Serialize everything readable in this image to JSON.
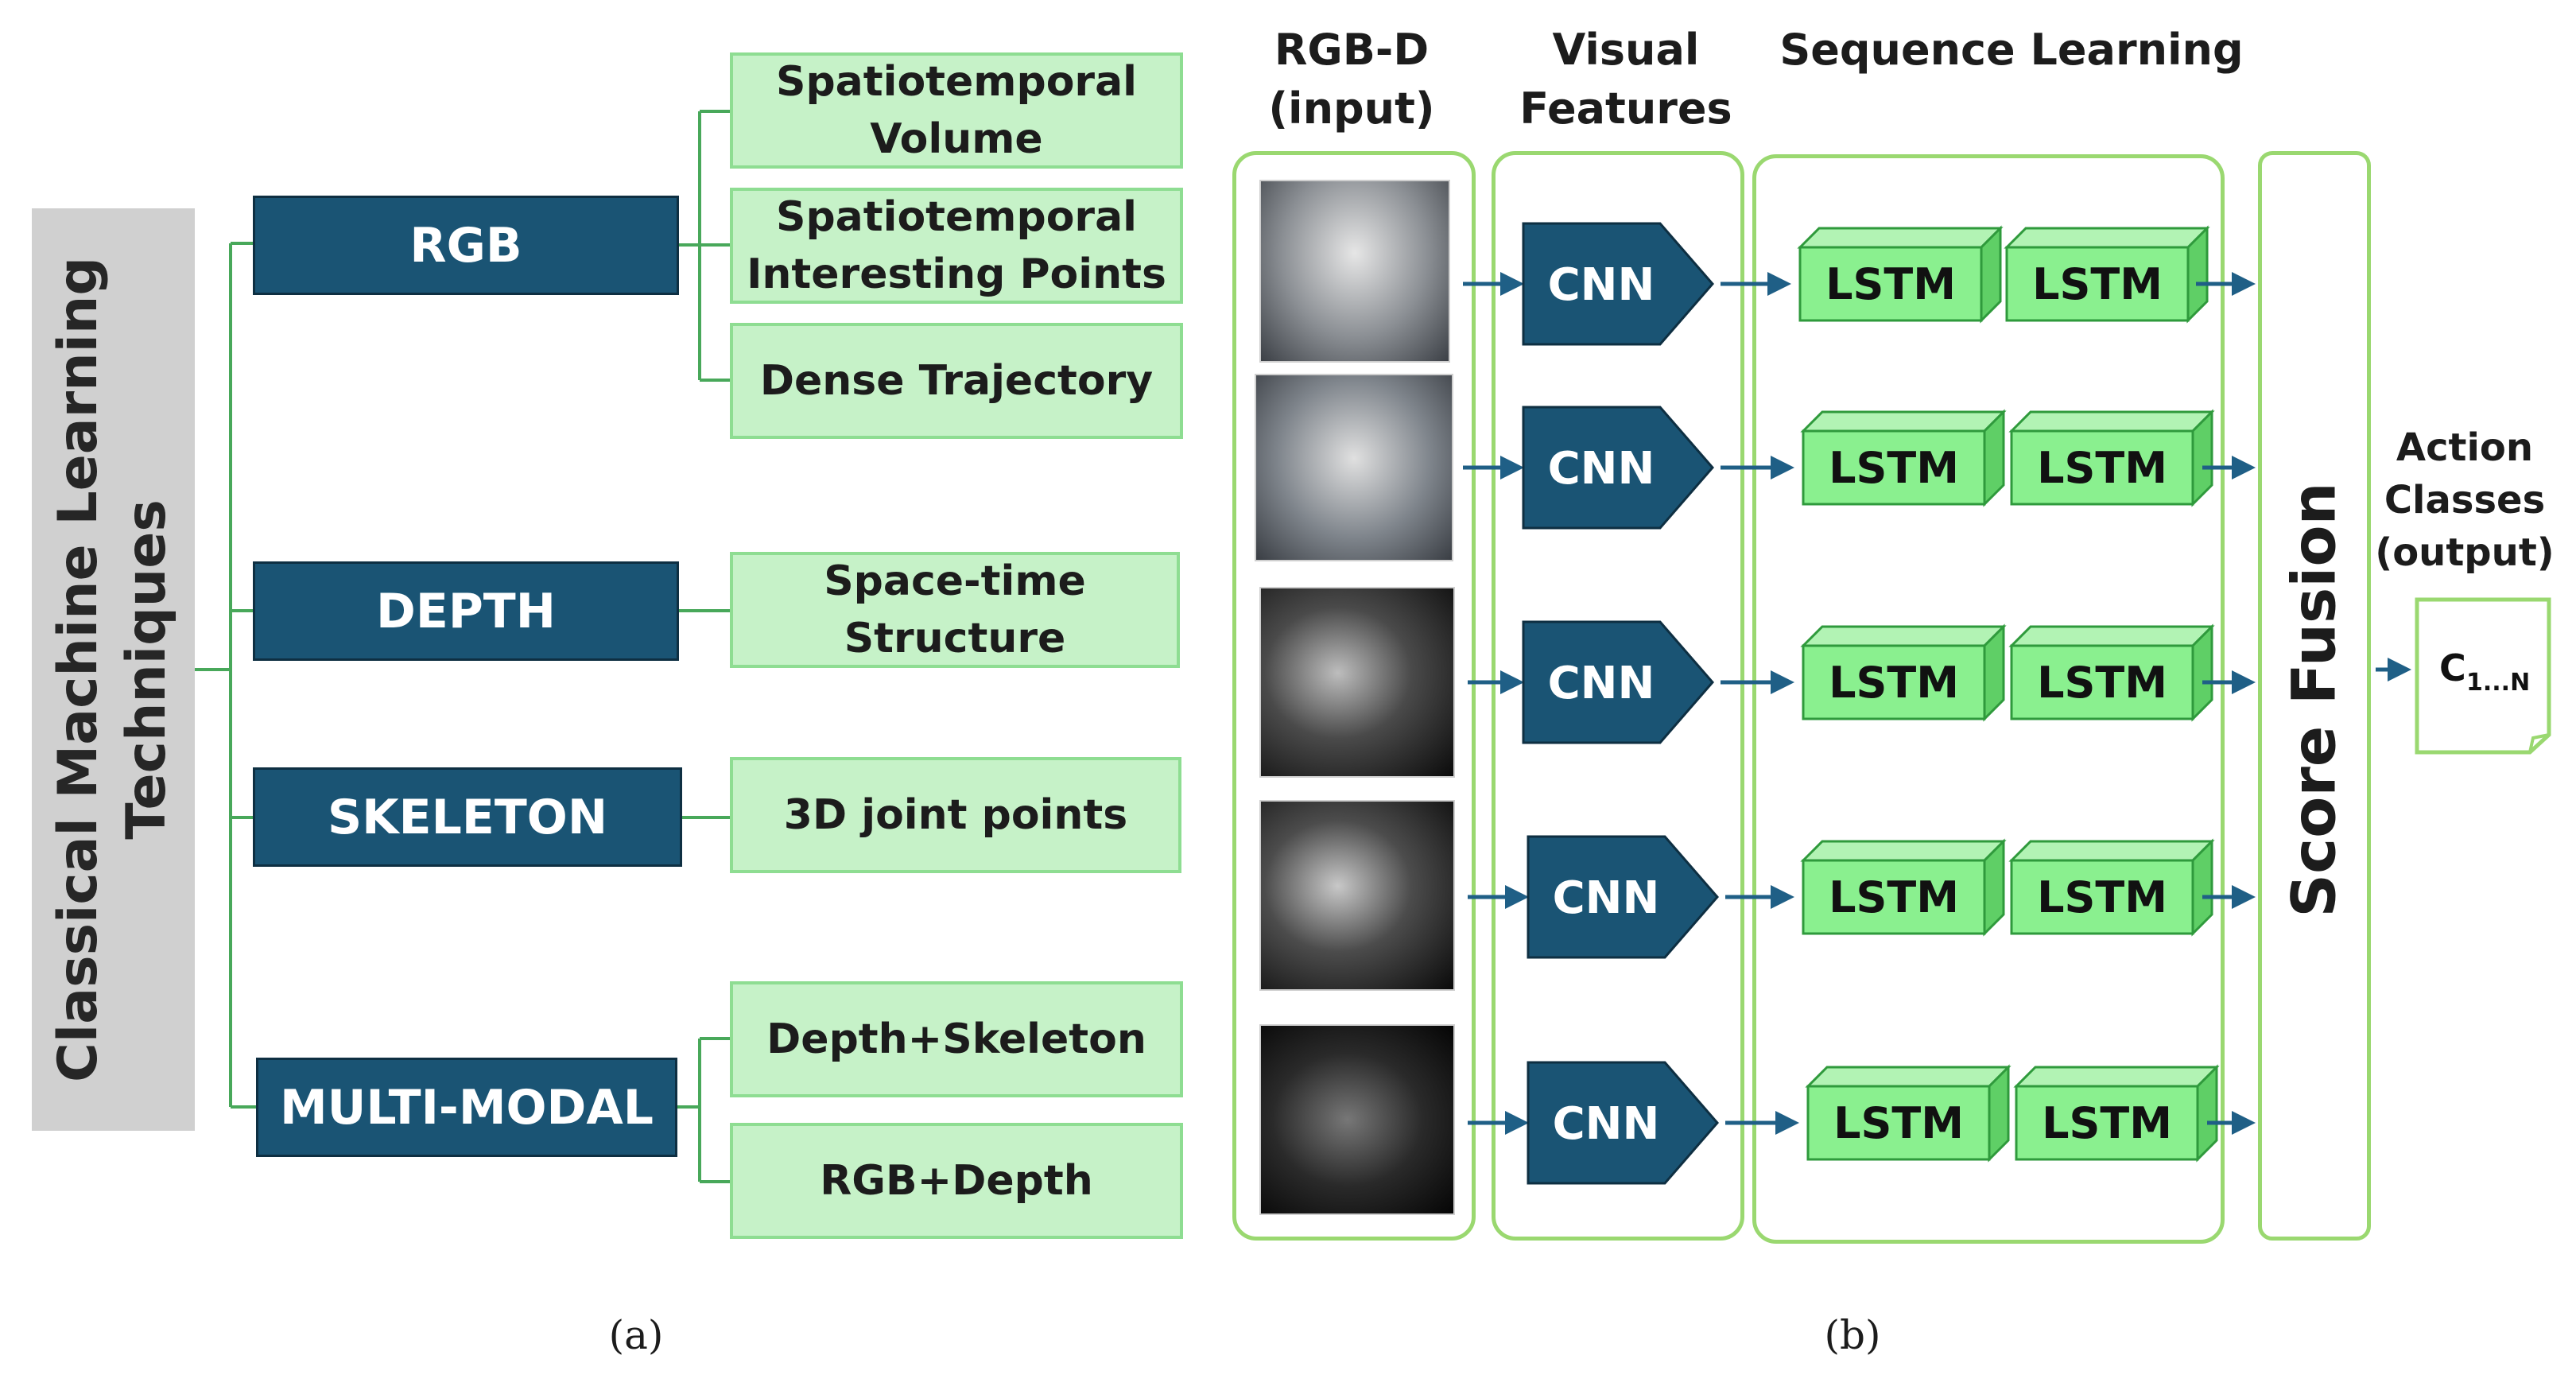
{
  "panel_a": {
    "title": "Classical Machine Learning\nTechniques",
    "categories": [
      {
        "label": "RGB",
        "features": [
          "Spatiotemporal\nVolume",
          "Spatiotemporal\nInteresting Points",
          "Dense Trajectory"
        ]
      },
      {
        "label": "DEPTH",
        "features": [
          "Space-time\nStructure"
        ]
      },
      {
        "label": "SKELETON",
        "features": [
          "3D joint points"
        ]
      },
      {
        "label": "MULTI-MODAL",
        "features": [
          "Depth+Skeleton",
          "RGB+Depth"
        ]
      }
    ],
    "caption": "(a)"
  },
  "panel_b": {
    "headers": {
      "input": "RGB-D\n(input)",
      "visual": "Visual\nFeatures",
      "sequence": "Sequence Learning",
      "output": "Action\nClasses\n(output)"
    },
    "cnn_label": "CNN",
    "lstm_label": "LSTM",
    "fusion_label": "Score Fusion",
    "output_label": "C",
    "output_subscript": "1...N",
    "caption": "(b)"
  },
  "colors": {
    "dark_blue": "#1a5474",
    "light_green": "#c6f2c8",
    "green_border": "#8edd92",
    "panel_border": "#9ad870",
    "lstm_front": "#8af08f",
    "lstm_top": "#b2f3b4",
    "lstm_side": "#5fcf66",
    "arrow": "#1f5f86",
    "connector": "#48a85a"
  }
}
